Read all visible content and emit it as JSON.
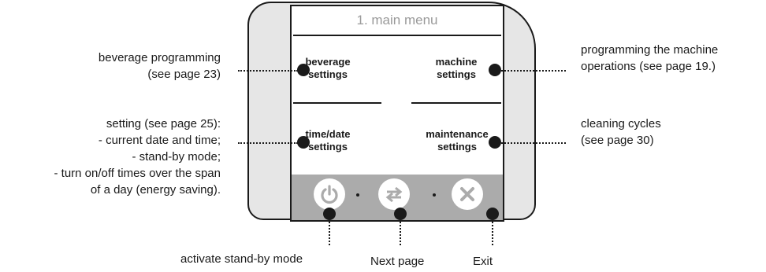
{
  "screen": {
    "title": "1. main menu",
    "buttons": {
      "beverage": [
        "beverage",
        "settings"
      ],
      "machine": [
        "machine",
        "settings"
      ],
      "time_date": [
        "time/date",
        "settings"
      ],
      "maintenance": [
        "maintenance",
        "settings"
      ]
    },
    "bottom_bar": {
      "separator": "·"
    }
  },
  "annotations": {
    "left_top": [
      "beverage programming",
      "(see page 23)"
    ],
    "left_bottom": [
      "setting (see page 25):",
      "- current date and time;",
      "- stand-by mode;",
      "- turn on/off times over the span",
      "of a day (energy saving)."
    ],
    "right_top": [
      "programming the machine",
      "operations (see page 19.)"
    ],
    "right_bottom": [
      "cleaning cycles",
      "(see page 30)"
    ],
    "standby": "activate stand-by mode",
    "next_page": "Next page",
    "exit": "Exit"
  },
  "icons": {
    "power": "power-icon",
    "next": "swap-arrows-icon",
    "exit": "close-x-icon"
  },
  "colors": {
    "frame": "#e6e6e6",
    "bar": "#ababab",
    "title": "#9a9a9a",
    "ink": "#1a1a1a"
  }
}
